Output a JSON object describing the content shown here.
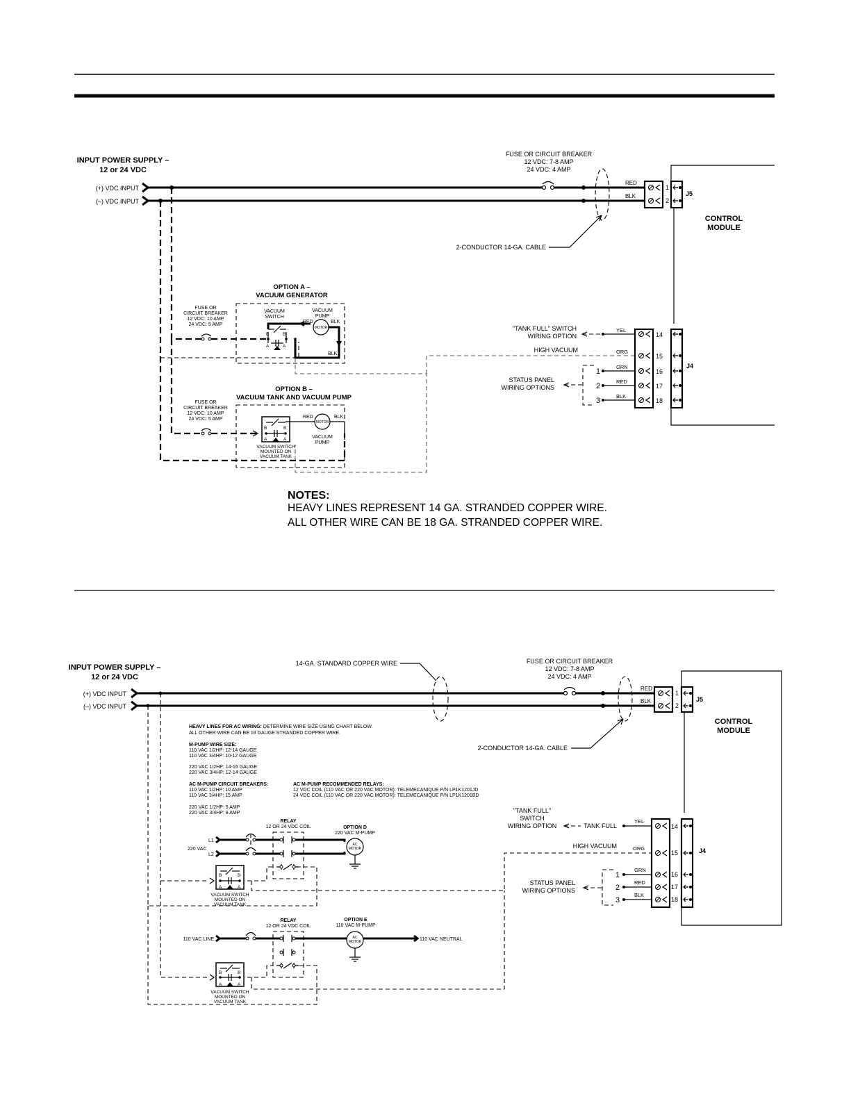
{
  "top": {
    "input_title_1": "INPUT POWER SUPPLY –",
    "input_title_2": "12 or 24 VDC",
    "vdc_pos": "(+)  VDC INPUT",
    "vdc_neg": "(–)  VDC INPUT",
    "fuse_1": "FUSE OR CIRCUIT BREAKER",
    "fuse_2": "12 VDC: 7-8 AMP",
    "fuse_3": "24 VDC: 4 AMP",
    "cable": "2-CONDUCTOR 14-GA. CABLE",
    "red": "RED",
    "blk": "BLK",
    "pin1": "1",
    "pin2": "2",
    "j5": "J5",
    "control_1": "CONTROL",
    "control_2": "MODULE",
    "optA_1": "OPTION A –",
    "optA_2": "VACUUM GENERATOR",
    "fuseA_1": "FUSE OR",
    "fuseA_2": "CIRCUIT BREAKER",
    "fuseA_3": "12 VDC: 10 AMP",
    "fuseA_4": "24 VDC: 5 AMP",
    "vac_switch_1": "VACUUM",
    "vac_switch_2": "SWITCH",
    "vac_pump_1": "VACUUM",
    "vac_pump_2": "PUMP",
    "motor": "MOTOR",
    "b": "B",
    "a": "A",
    "optB_1": "OPTION B –",
    "optB_2": "VACUUM TANK AND VACUUM PUMP",
    "fuseB_1": "FUSE OR",
    "fuseB_2": "CIRCUIT BREAKER",
    "fuseB_3": "12 VDC: 10 AMP",
    "fuseB_4": "24 VDC: 5 AMP",
    "mounted_1": "VACUUM SWITCH",
    "mounted_2": "MOUNTED ON",
    "mounted_3": "VACUUM TANK",
    "tank_full_1": "\"TANK FULL\" SWITCH",
    "tank_full_2": "WIRING OPTION",
    "high_vacuum": "HIGH VACUUM",
    "status_1": "STATUS PANEL",
    "status_2": "WIRING OPTIONS",
    "yel": "YEL",
    "org": "ORG",
    "grn": "GRN",
    "p14": "14",
    "p15": "15",
    "p16": "16",
    "p17": "17",
    "p18": "18",
    "j4": "J4",
    "s1": "1",
    "s2": "2",
    "s3": "3",
    "notes_title": "NOTES:",
    "notes_1": "HEAVY LINES REPRESENT 14 GA. STRANDED COPPER WIRE.",
    "notes_2": "ALL OTHER WIRE CAN BE 18 GA. STRANDED COPPER WIRE."
  },
  "bottom": {
    "input_title_1": "INPUT POWER SUPPLY –",
    "input_title_2": "12 or 24 VDC",
    "vdc_pos": "(+)  VDC INPUT",
    "vdc_neg": "(–)  VDC INPUT",
    "std_wire": "14-GA. STANDARD COPPER WIRE",
    "fuse_1": "FUSE OR CIRCUIT BREAKER",
    "fuse_2": "12 VDC: 7-8 AMP",
    "fuse_3": "24 VDC: 4 AMP",
    "cable": "2-CONDUCTOR 14-GA. CABLE",
    "control_1": "CONTROL",
    "control_2": "MODULE",
    "heavy_1_bold": "HEAVY LINES FOR AC WIRING:",
    "heavy_1_rest": " DETERMINE WIRE SIZE USING CHART BELOW.",
    "heavy_2": "ALL OTHER WIRE CAN BE 18 GAUGE STRANDED COPPER WIRE.",
    "mpump_title": "M-PUMP WIRE SIZE:",
    "mpump_1": "110 VAC 1/2HP:   12-14 GAUGE",
    "mpump_2": "110 VAC 3/4HP:   10-12 GAUGE",
    "mpump_3": "220 VAC 1/2HP:   14-16 GAUGE",
    "mpump_4": "220 VAC 3/4HP:   12-14 GAUGE",
    "cb_title": "AC M-PUMP CIRCUIT BREAKERS:",
    "cb_1": "110 VAC 1/2HP:   10 AMP",
    "cb_2": "110 VAC 3/4HP:   15 AMP",
    "cb_3": "220 VAC 1/2HP:   5 AMP",
    "cb_4": "220 VAC 3/4HP:   8 AMP",
    "relays_title": "AC M-PUMP RECOMMENDED RELAYS:",
    "relays_1": "12 VDC COIL (110 VAC OR 220 VAC MOTOR):  TELEMECANIQUE P/N LP1K1201JD",
    "relays_2": "24 VDC COIL (110 VAC OR 220 VAC MOTOR):  TELEMECANIQUE P/N LP1K1201BD",
    "relay": "RELAY",
    "relay_coil": "12 OR 24 VDC COIL",
    "optD_1": "OPTION D",
    "optD_2": "220 VAC M-PUMP",
    "l1": "L1",
    "l2": "L2",
    "v220": "220 VAC",
    "ac": "AC",
    "motor": "MOTOR",
    "b": "B",
    "a": "A",
    "mounted_1": "VACUUM SWITCH",
    "mounted_2": "MOUNTED ON",
    "mounted_3": "VACUUM TANK",
    "optE_1": "OPTION E",
    "optE_2": "110 VAC M-PUMP",
    "line110": "110 VAC LINE",
    "neutral110": "110 VAC NEUTRAL",
    "tank_full_1": "\"TANK FULL\"",
    "tank_full_2": "SWITCH",
    "tank_full_3": "WIRING OPTION",
    "tank_full_4": "TANK FULL",
    "high_vacuum": "HIGH VACUUM",
    "status_1": "STATUS PANEL",
    "status_2": "WIRING OPTIONS",
    "red": "RED",
    "blk": "BLK",
    "yel": "YEL",
    "org": "ORG",
    "grn": "GRN",
    "pin1": "1",
    "pin2": "2",
    "j5": "J5",
    "p14": "14",
    "p15": "15",
    "p16": "16",
    "p17": "17",
    "p18": "18",
    "j4": "J4",
    "s1": "1",
    "s2": "2",
    "s3": "3"
  }
}
